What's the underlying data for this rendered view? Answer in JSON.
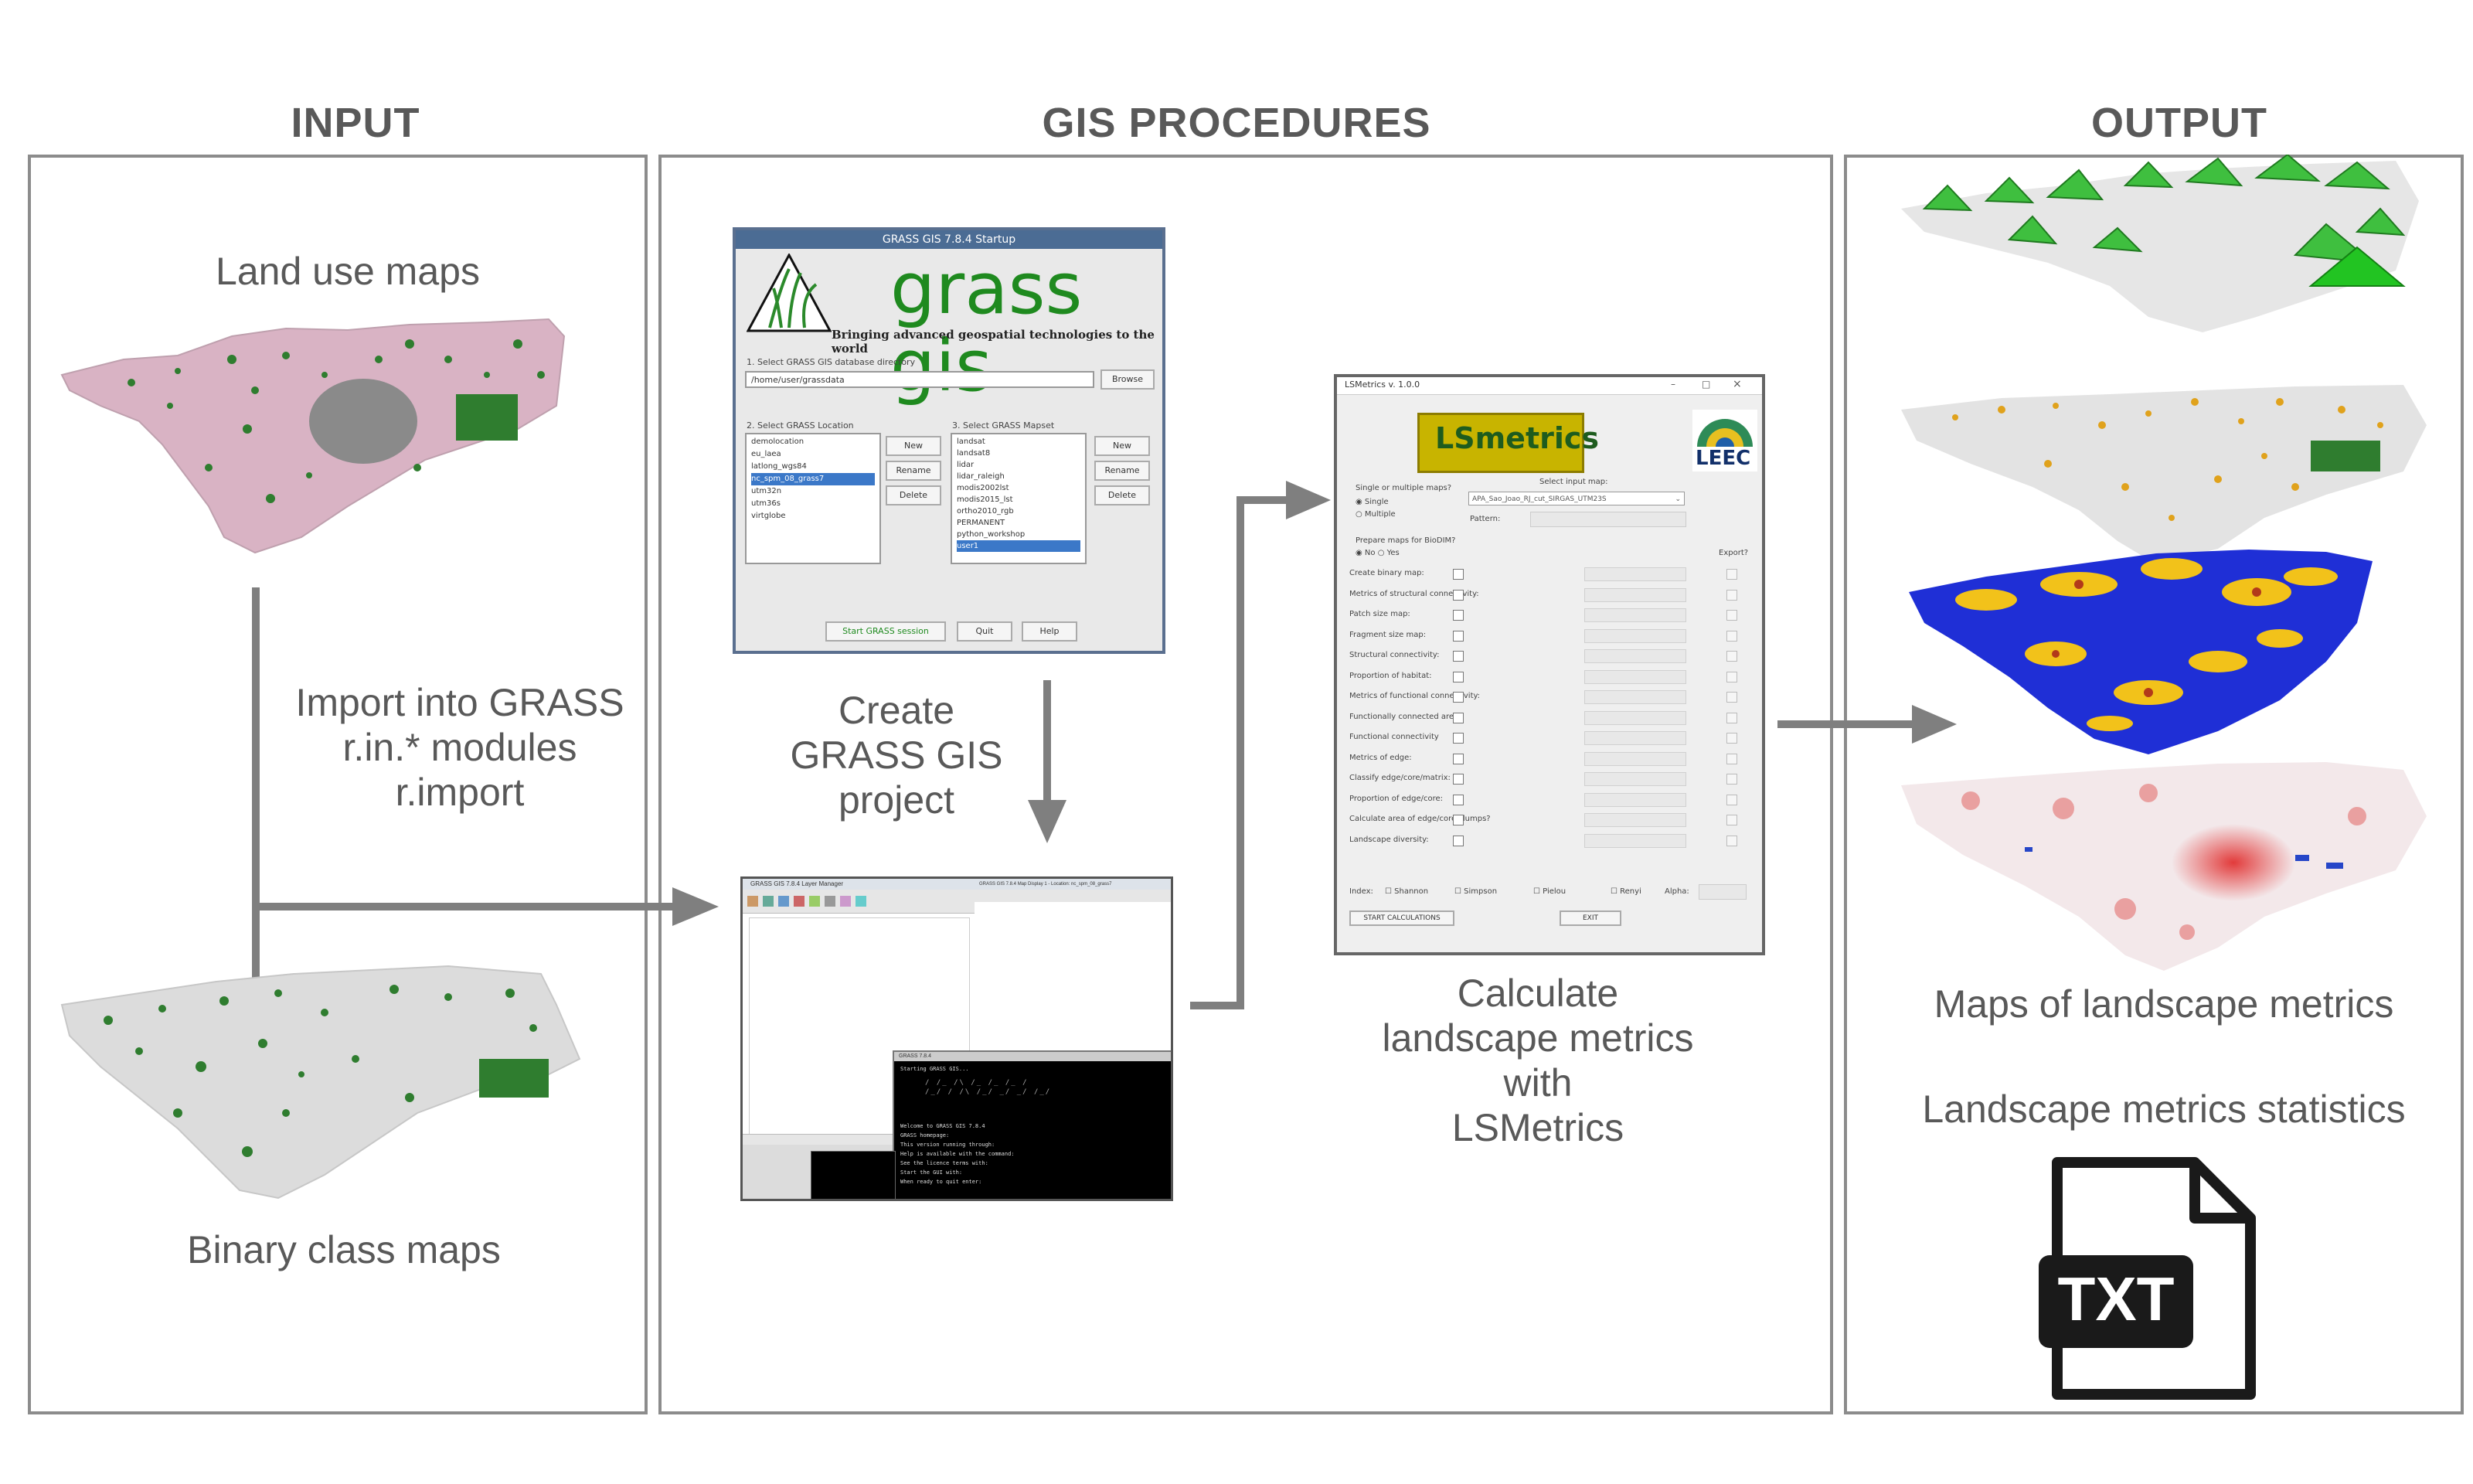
{
  "columns": {
    "input": "INPUT",
    "gis": "GIS PROCEDURES",
    "output": "OUTPUT"
  },
  "input": {
    "land_use_label": "Land use maps",
    "binary_label": "Binary class maps",
    "import_lines": [
      "Import into GRASS",
      "r.in.* modules",
      "r.import"
    ]
  },
  "gis": {
    "create_lines": [
      "Create",
      "GRASS GIS",
      "project"
    ],
    "calc_lines": [
      "Calculate",
      "landscape metrics",
      "with",
      "LSMetrics"
    ],
    "grass_window": {
      "title": "GRASS GIS 7.8.4 Startup",
      "logo_text": "grass gis",
      "tagline": "Bringing advanced geospatial technologies to the world",
      "db_label": "1. Select GRASS GIS database directory",
      "db_value": "/home/user/grassdata",
      "browse": "Browse",
      "location_label": "2. Select GRASS Location",
      "mapset_label": "3. Select GRASS Mapset",
      "locations": [
        "demolocation",
        "eu_laea",
        "latlong_wgs84",
        "nc_spm_08_grass7",
        "utm32n",
        "utm36s",
        "virtglobe"
      ],
      "selected_location": "nc_spm_08_grass7",
      "mapsets": [
        "landsat",
        "landsat8",
        "lidar",
        "lidar_raleigh",
        "modis2002lst",
        "modis2015_lst",
        "ortho2010_rgb",
        "PERMANENT",
        "python_workshop",
        "user1"
      ],
      "selected_mapset": "user1",
      "buttons": [
        "New",
        "Rename",
        "Delete"
      ],
      "start": "Start GRASS session",
      "quit": "Quit",
      "help": "Help"
    },
    "lsm_window": {
      "title": "LSMetrics v. 1.0.0",
      "logo": "LSmetrics",
      "leec": "LEEC",
      "single_multiple": "Single or multiple maps?",
      "single": "Single",
      "multiple": "Multiple",
      "select_input": "Select input map:",
      "input_value": "APA_Sao_Joao_RJ_cut_SIRGAS_UTM23S",
      "pattern": "Pattern:",
      "prepare": "Prepare maps for BioDIM?",
      "no": "No",
      "yes": "Yes",
      "export": "Export?",
      "rows": [
        "Create binary map:",
        "Metrics of structural connectivity:",
        "Patch size map:",
        "Fragment size map:",
        "Structural connectivity:",
        "Proportion of habitat:",
        "Metrics of functional connectivity:",
        "Functionally connected area:",
        "Functional connectivity",
        "Metrics of edge:",
        "Classify edge/core/matrix:",
        "Proportion of edge/core:",
        "Calculate area of edge/core clumps?",
        "Landscape diversity:"
      ],
      "index_label": "Index:",
      "indices": [
        "Shannon",
        "Simpson",
        "Pielou",
        "Renyi"
      ],
      "alpha": "Alpha:",
      "start": "START CALCULATIONS",
      "exit": "EXIT"
    },
    "gui_window": {
      "layer_title": "GRASS GIS 7.8.4 Layer Manager",
      "map_title": "GRASS GIS 7.8.4 Map Display 1 - Location: nc_spm_08_grass7",
      "terminal_title": "GRASS 7.8.4",
      "terminal_lines": [
        "Starting GRASS GIS...",
        "Welcome to GRASS GIS 7.8.4",
        "GRASS homepage:",
        "This version running through:",
        "Help is available with the command:",
        "See the licence terms with:",
        "Start the GUI with:",
        "When ready to quit enter:"
      ]
    }
  },
  "output": {
    "maps_label": "Maps of landscape metrics",
    "stats_label": "Landscape metrics statistics",
    "file_icon_text": "TXT"
  },
  "colors": {
    "frame": "#8c8c8c",
    "arrow": "#7f7f7f",
    "title": "#595959",
    "land_pink": "#d9b3c4",
    "forest": "#2f7d2f",
    "metric_blue": "#1f2fd6",
    "metric_yellow": "#f2c21a",
    "metric_red": "#e23b3b"
  }
}
